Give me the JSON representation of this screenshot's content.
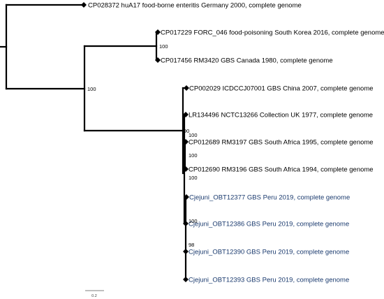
{
  "colors": {
    "reference_label": "#000000",
    "study_label": "#1a3a6e",
    "branch": "#000000"
  },
  "tips": [
    {
      "id": "t1",
      "label": "CP028372 huA17 food-borne enteritis Germany 2000, complete genome",
      "group": "reference"
    },
    {
      "id": "t2",
      "label": "CP017229 FORC_046 food-poisoning South Korea 2016, complete genome",
      "group": "reference"
    },
    {
      "id": "t3",
      "label": "CP017456 RM3420 GBS Canada 1980, complete genome",
      "group": "reference"
    },
    {
      "id": "t4",
      "label": "CP002029 ICDCCJ07001 GBS China 2007, complete genome",
      "group": "reference"
    },
    {
      "id": "t5",
      "label": "LR134496 NCTC13266 Collection UK 1977, complete genome",
      "group": "reference"
    },
    {
      "id": "t6",
      "label": "CP012689 RM3197 GBS South Africa 1995, complete genome",
      "group": "reference"
    },
    {
      "id": "t7",
      "label": "CP012690 RM3196 GBS South Africa 1994, complete genome",
      "group": "reference"
    },
    {
      "id": "t8",
      "label": "Cjejuni_OBT12377 GBS Peru 2019, complete genome",
      "group": "study"
    },
    {
      "id": "t9",
      "label": "Cjejuni_OBT12386 GBS Peru 2019, complete genome",
      "group": "study"
    },
    {
      "id": "t10",
      "label": "Cjejuni_OBT12390 GBS Peru 2019, complete genome",
      "group": "study"
    },
    {
      "id": "t11",
      "label": "Cjejuni_OBT12393 GBS Peru 2019, complete genome",
      "group": "study"
    }
  ],
  "support_values": [
    {
      "id": "s1",
      "text": "100"
    },
    {
      "id": "s2",
      "text": "100"
    },
    {
      "id": "s3",
      "text": "90"
    },
    {
      "id": "s4",
      "text": "100"
    },
    {
      "id": "s5",
      "text": "100"
    },
    {
      "id": "s6",
      "text": "100"
    },
    {
      "id": "s7",
      "text": "100"
    },
    {
      "id": "s8",
      "text": "98"
    }
  ],
  "scale_bar": {
    "label": "0.2"
  }
}
